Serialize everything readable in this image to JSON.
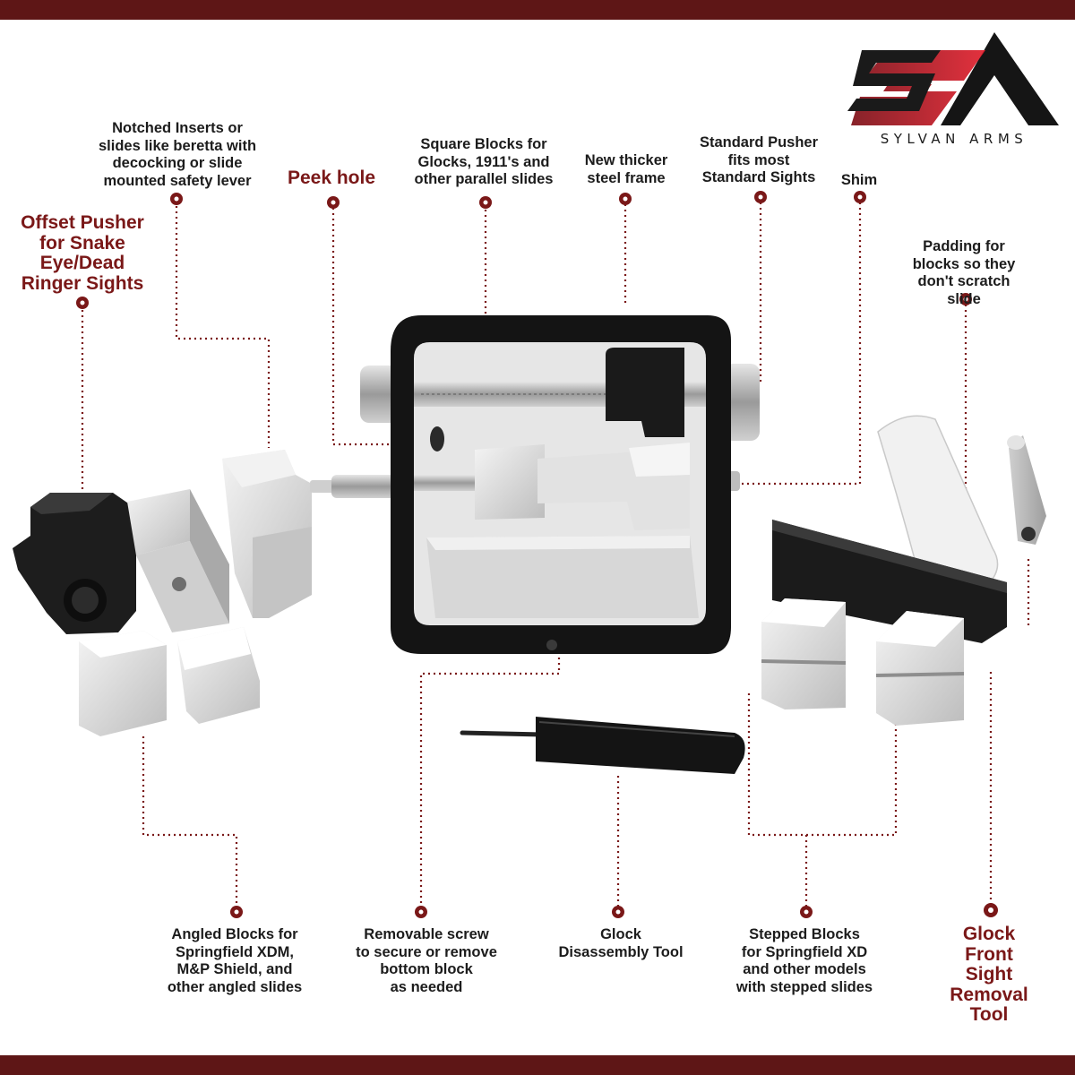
{
  "brand": {
    "name": "SYLVAN ARMS",
    "logo_letters": "SA",
    "colors": {
      "band": "#5e1616",
      "accent": "#7a1818",
      "logo_red": "#c8101e",
      "text": "#1c1c1c"
    }
  },
  "callouts": {
    "offset_pusher": "Offset Pusher\nfor Snake\nEye/Dead\nRinger Sights",
    "notched_inserts": "Notched Inserts or\nslides like beretta with\ndecocking or slide\nmounted safety lever",
    "peek_hole": "Peek hole",
    "square_blocks": "Square Blocks for\nGlocks, 1911's and\nother parallel slides",
    "steel_frame": "New thicker\nsteel frame",
    "standard_pusher": "Standard Pusher\nfits most\nStandard Sights",
    "shim": "Shim",
    "padding": "Padding for\nblocks so they\ndon't scratch slide",
    "angled_blocks": "Angled Blocks for\nSpringfield XDM,\nM&P Shield, and\nother angled slides",
    "removable_screw": "Removable screw\nto secure or remove\nbottom block\nas needed",
    "glock_tool": "Glock\nDisassembly Tool",
    "stepped_blocks": "Stepped Blocks\nfor Springfield XD\nand other models\nwith stepped slides",
    "glock_front_tool": "Glock Front\nSight Removal\nTool"
  }
}
